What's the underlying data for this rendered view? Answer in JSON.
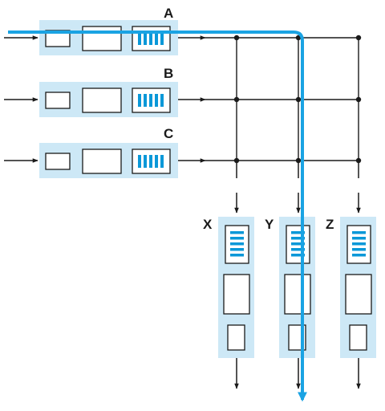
{
  "inputs": [
    {
      "label": "A"
    },
    {
      "label": "B"
    },
    {
      "label": "C"
    }
  ],
  "outputs": [
    {
      "label": "X"
    },
    {
      "label": "Y"
    },
    {
      "label": "Z"
    }
  ],
  "colors": {
    "panel_fill": "#cde8f6",
    "queue_bar": "#0a98d8",
    "highlight_path": "#1aa3e3",
    "line": "#1a1a1a",
    "box_fill": "#ffffff"
  }
}
